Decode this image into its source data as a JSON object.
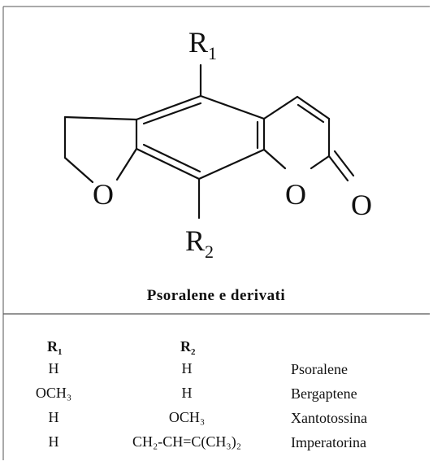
{
  "structure": {
    "substituent_top": {
      "letter": "R",
      "index": "1"
    },
    "substituent_bottom": {
      "letter": "R",
      "index": "2"
    },
    "ring_oxygen_furan": "O",
    "ring_oxygen_pyranone": "O",
    "carbonyl_oxygen": "O"
  },
  "caption": "Psoralene e derivati",
  "table": {
    "headers": [
      {
        "letter": "R",
        "index": "1"
      },
      {
        "letter": "R",
        "index": "2"
      }
    ],
    "rows": [
      {
        "r1": "H",
        "r2": "H",
        "name": "Psoralene"
      },
      {
        "r1": "OCH₃",
        "r2": "H",
        "name": "Bergaptene"
      },
      {
        "r1": "H",
        "r2": "OCH₃",
        "name": "Xantotossina"
      },
      {
        "r1": "H",
        "r2": "CH₂-CH=C(CH₃)₂",
        "name": "Imperatorina"
      }
    ]
  }
}
